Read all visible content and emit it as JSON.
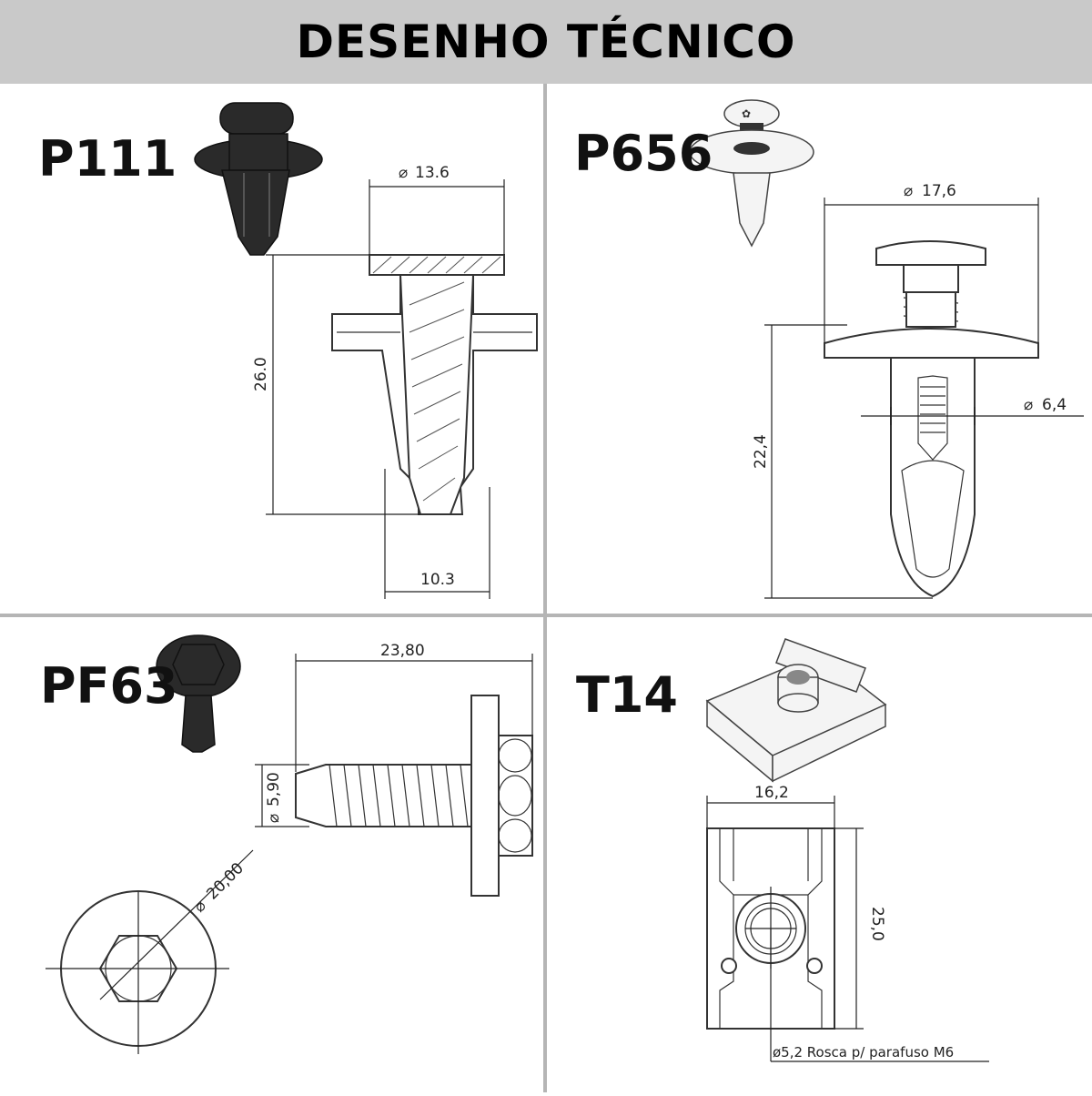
{
  "header": {
    "title": "DESENHO TÉCNICO"
  },
  "parts": {
    "p111": {
      "code": "P111",
      "dims": {
        "head_diameter": "13.6",
        "height": "26.0",
        "body_width": "10.3"
      }
    },
    "p656": {
      "code": "P656",
      "dims": {
        "head_diameter": "17,6",
        "height": "22,4",
        "hole_diameter": "6,4"
      }
    },
    "pf63": {
      "code": "PF63",
      "dims": {
        "length": "23,80",
        "thread_diameter": "5,90",
        "washer_diameter": "20,00"
      }
    },
    "t14": {
      "code": "T14",
      "dims": {
        "width": "16,2",
        "height": "25,0"
      },
      "note": "ø5,2 Rosca p/ parafuso M6"
    }
  },
  "colors": {
    "header_bg": "#c9c9c9",
    "divider": "#b5b5b5",
    "ink": "#222222",
    "part_dark": "#2a2a2a"
  }
}
